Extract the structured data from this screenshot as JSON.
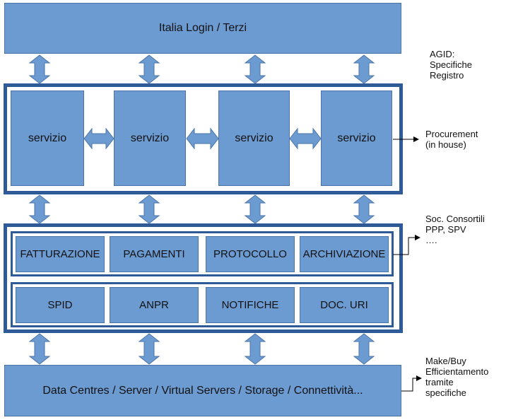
{
  "top": {
    "label": "Italia Login / Terzi"
  },
  "services": [
    "servizio",
    "servizio",
    "servizio",
    "servizio"
  ],
  "modules_row1": [
    "FATTURAZIONE",
    "PAGAMENTI",
    "PROTOCOLLO",
    "ARCHIVIAZIONE"
  ],
  "modules_row2": [
    "SPID",
    "ANPR",
    "NOTIFICHE",
    "DOC. URI"
  ],
  "bottom": {
    "label": "Data Centres / Server / Virtual Servers / Storage / Connettività..."
  },
  "notes": {
    "agid": "AGID:\nSpecifiche\nRegistro",
    "procurement": "Procurement\n(in house)",
    "consortili": "Soc. Consortili\nPPP, SPV\n….",
    "make_buy": "Make/Buy\nEfficientamento\ntramite\nspecifiche"
  },
  "colors": {
    "block_fill": "#6c9bd2",
    "frame_border": "#2e5a97",
    "arrow_fill": "#6c9bd2"
  }
}
